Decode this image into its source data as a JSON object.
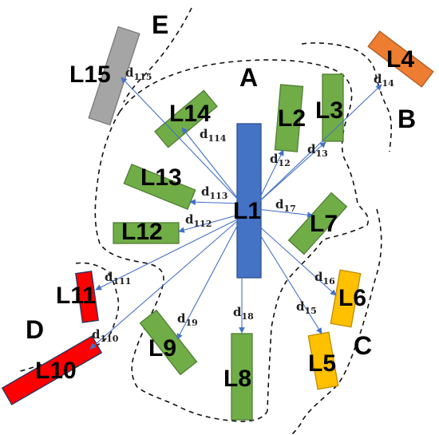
{
  "colors": {
    "center": "#4472c4",
    "center_stroke": "#2f528f",
    "group_A": "#70ad47",
    "group_A_stroke": "#507e32",
    "group_B": "#ed7d31",
    "group_B_stroke": "#ae5a21",
    "group_C": "#ffc000",
    "group_C_stroke": "#bc8c00",
    "group_D": "#ff0000",
    "group_D_stroke": "#1f3864",
    "group_E": "#a5a5a5",
    "group_E_stroke": "#787878",
    "connector": "#4472c4",
    "boundary": "#111111"
  },
  "regions": {
    "A": "A",
    "B": "B",
    "C": "C",
    "D": "D",
    "E": "E"
  },
  "links": {
    "L1": "L1",
    "L2": "L2",
    "L3": "L3",
    "L4": "L4",
    "L5": "L5",
    "L6": "L6",
    "L7": "L7",
    "L8": "L8",
    "L9": "L9",
    "L10": "L10",
    "L11": "L11",
    "L12": "L12",
    "L13": "L13",
    "L14": "L14",
    "L15": "L15"
  },
  "distances": {
    "d12": {
      "main": "d",
      "sub": "12"
    },
    "d13": {
      "main": "d",
      "sub": "13"
    },
    "d14": {
      "main": "d",
      "sub": "14"
    },
    "d15": {
      "main": "d",
      "sub": "15"
    },
    "d16": {
      "main": "d",
      "sub": "16"
    },
    "d17": {
      "main": "d",
      "sub": "17"
    },
    "d18": {
      "main": "d",
      "sub": "18"
    },
    "d19": {
      "main": "d",
      "sub": "19"
    },
    "d110": {
      "main": "d",
      "sub": "110"
    },
    "d111": {
      "main": "d",
      "sub": "111"
    },
    "d112": {
      "main": "d",
      "sub": "112"
    },
    "d113": {
      "main": "d",
      "sub": "113"
    },
    "d114": {
      "main": "d",
      "sub": "114"
    },
    "d115": {
      "main": "d",
      "sub": "115"
    }
  }
}
